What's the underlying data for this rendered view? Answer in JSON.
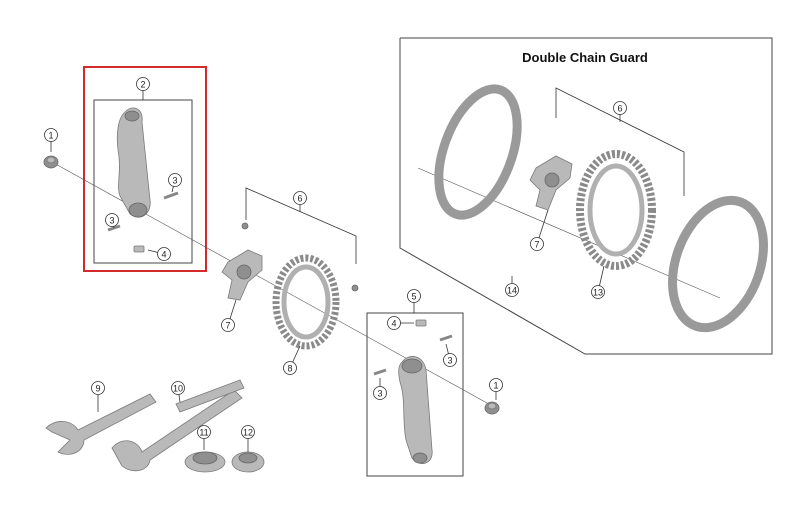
{
  "diagram": {
    "title": "Double Chain Guard",
    "highlight_color": "#d42a2a",
    "callouts": [
      "1",
      "2",
      "3",
      "3",
      "4",
      "6",
      "7",
      "8",
      "5",
      "4",
      "3",
      "3",
      "1",
      "9",
      "10",
      "11",
      "12",
      "6",
      "7",
      "13",
      "14"
    ],
    "parts": [
      "fixing-bolt",
      "left-crank-arm",
      "pinch-bolt",
      "stopper-plate",
      "right-crank-arm",
      "chainring-bolt-set",
      "spider",
      "chainring",
      "bb-tool-wrench",
      "bb-tool-adapter",
      "bb-tool-socket",
      "bottom-bracket-cup",
      "chainring-large",
      "chain-guard"
    ]
  }
}
